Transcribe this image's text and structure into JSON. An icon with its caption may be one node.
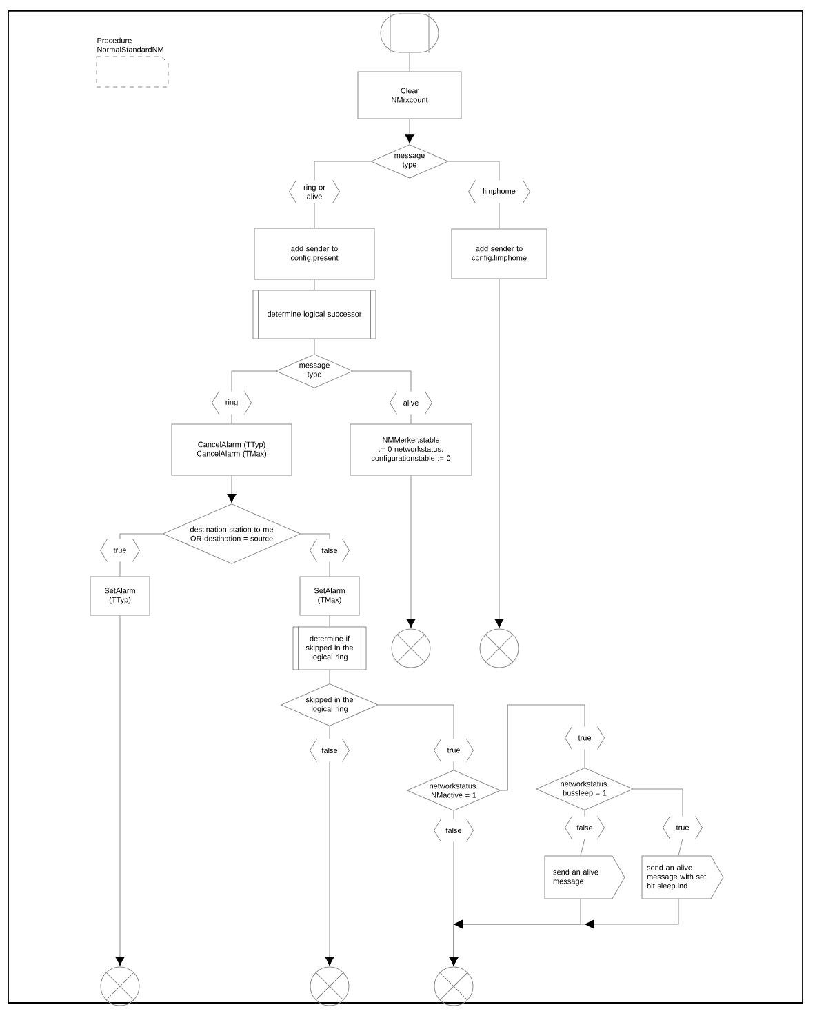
{
  "diagram": {
    "title": "Procedure NormalStandardNM",
    "nodes": [
      {
        "text": [],
        "shape": "box"
      },
      {
        "text": [
          "Clear NMrxcount"
        ]
      },
      {
        "text": [
          "message type"
        ]
      },
      {
        "text": [
          "ring or alive"
        ]
      },
      {
        "text": [
          "limphome"
        ]
      },
      {
        "text": [
          "add sender to config.present"
        ]
      },
      {
        "text": [
          "add sender to config.limphome"
        ]
      },
      {
        "text": [
          "determine logical successor"
        ]
      },
      {
        "text": [
          "message type"
        ]
      },
      {
        "text": [
          "ring"
        ]
      },
      {
        "text": [
          "alive"
        ]
      },
      {
        "text": [
          "CancelAlarm (TTyp) CancelAlarm (TMax)"
        ]
      },
      {
        "text": [
          "NMMerker.stable := 0 networkstatus. configurationstable := 0"
        ]
      },
      {
        "text": [
          "destination station to me OR destination = source"
        ]
      },
      {
        "text": [
          "true"
        ]
      },
      {
        "text": [
          "false"
        ]
      },
      {
        "text": [
          "SetAlarm (TTyp)"
        ]
      },
      {
        "text": [
          "SetAlarm (TMax)"
        ]
      },
      {
        "text": [
          "determine if skipped in the logical ring"
        ]
      },
      {
        "text": [],
        "shape": "circle"
      },
      {
        "text": [],
        "shape": "circle"
      },
      {
        "text": [
          "skipped in the logical ring"
        ]
      },
      {
        "text": [
          "false"
        ]
      },
      {
        "text": [
          "true"
        ]
      },
      {
        "text": [
          "networkstatus. NMactive = 1"
        ]
      },
      {
        "text": [
          "true"
        ]
      },
      {
        "text": [
          "networkstatus. bussleep = 1"
        ]
      },
      {
        "text": [
          "false"
        ]
      },
      {
        "text": [
          "false"
        ]
      },
      {
        "text": [
          "true"
        ]
      },
      {
        "text": [
          "send an alive message"
        ]
      },
      {
        "text": [
          "send an alive message with set bit sleep.ind"
        ]
      },
      {
        "text": [],
        "shape": "circle"
      },
      {
        "text": [],
        "shape": "circle"
      },
      {
        "text": [],
        "shape": "circle"
      }
    ],
    "edges": [
      {
        "from": 0,
        "to": 1,
        "arrow": "none"
      },
      {
        "from": 1,
        "to": 2,
        "arrow": "to"
      },
      {
        "from": 2,
        "to": 3,
        "arrow": "none"
      },
      {
        "from": 2,
        "to": 4,
        "arrow": "none"
      },
      {
        "from": 3,
        "to": 5,
        "arrow": "none"
      },
      {
        "from": 4,
        "to": 6,
        "arrow": "none"
      },
      {
        "from": 5,
        "to": 7,
        "arrow": "none"
      },
      {
        "from": 7,
        "to": 8,
        "arrow": "none"
      },
      {
        "from": 6,
        "to": 20,
        "arrow": "to"
      },
      {
        "from": 8,
        "to": 9,
        "arrow": "none"
      },
      {
        "from": 8,
        "to": 10,
        "arrow": "none"
      },
      {
        "from": 9,
        "to": 11,
        "arrow": "none"
      },
      {
        "from": 10,
        "to": 12,
        "arrow": "none"
      },
      {
        "from": 11,
        "to": 13,
        "arrow": "to"
      },
      {
        "from": 12,
        "to": 19,
        "arrow": "to"
      },
      {
        "from": 13,
        "to": 14,
        "arrow": "none"
      },
      {
        "from": 13,
        "to": 15,
        "arrow": "none"
      },
      {
        "from": 14,
        "to": 16,
        "arrow": "none"
      },
      {
        "from": 15,
        "to": 17,
        "arrow": "none"
      },
      {
        "from": 16,
        "to": 32,
        "arrow": "to"
      },
      {
        "from": 17,
        "to": 18,
        "arrow": "none"
      },
      {
        "from": 18,
        "to": 21,
        "arrow": "none"
      },
      {
        "from": 21,
        "to": 22,
        "arrow": "none"
      },
      {
        "from": 21,
        "to": 23,
        "arrow": "none"
      },
      {
        "from": 22,
        "to": 33,
        "arrow": "to"
      },
      {
        "from": 23,
        "to": 24,
        "arrow": "none"
      },
      {
        "from": 24,
        "to": 25,
        "arrow": "none"
      },
      {
        "from": 24,
        "to": 27,
        "arrow": "none"
      },
      {
        "from": 25,
        "to": 26,
        "arrow": "none"
      },
      {
        "from": 26,
        "to": 28,
        "arrow": "none"
      },
      {
        "from": 26,
        "to": 29,
        "arrow": "none"
      },
      {
        "from": 28,
        "to": 30,
        "arrow": "none"
      },
      {
        "from": 29,
        "to": 31,
        "arrow": "none"
      },
      {
        "from": 27,
        "to": 34,
        "arrow": "to"
      },
      {
        "from": 30,
        "to": 34,
        "arrow": "to"
      },
      {
        "from": 31,
        "to": 34,
        "arrow": "to"
      }
    ]
  }
}
